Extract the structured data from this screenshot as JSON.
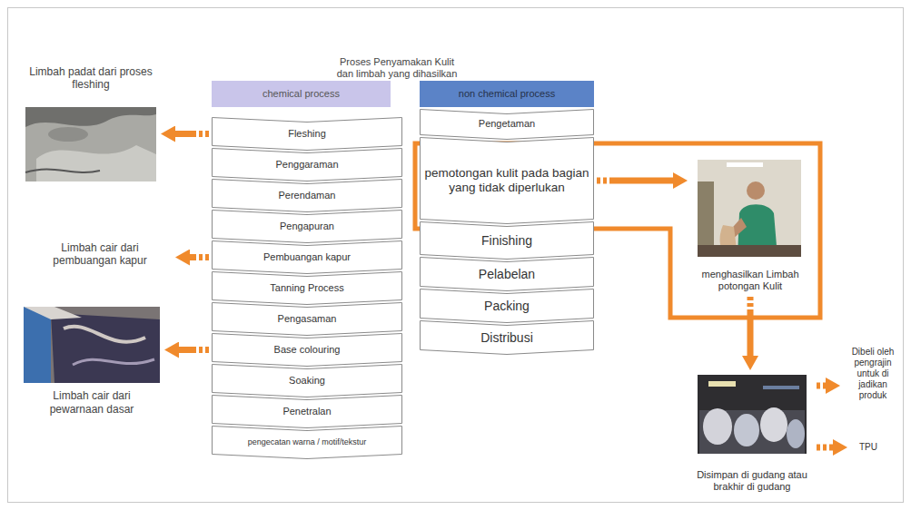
{
  "diagram": {
    "title": "Proses Penyamakan Kulit dan limbah yang dihasilkan",
    "nodes": [
      {
        "text": [
          "chemical process"
        ]
      },
      {
        "text": [
          "non chemical process"
        ]
      },
      {
        "text": [
          "Fleshing"
        ]
      },
      {
        "text": [
          "Penggaraman"
        ]
      },
      {
        "text": [
          "Perendaman"
        ]
      },
      {
        "text": [
          "Pengapuran"
        ]
      },
      {
        "text": [
          "Pembuangan kapur"
        ]
      },
      {
        "text": [
          "Tanning Process"
        ]
      },
      {
        "text": [
          "Pengasaman"
        ]
      },
      {
        "text": [
          "Base colouring"
        ]
      },
      {
        "text": [
          "Soaking"
        ]
      },
      {
        "text": [
          "Penetralan"
        ]
      },
      {
        "text": [
          "pengecatan warna / motif/tekstur"
        ]
      },
      {
        "text": [
          "Pengetaman"
        ]
      },
      {
        "text": [
          "pemotongan kulit pada bagian yang tidak diperlukan"
        ]
      },
      {
        "text": [
          "Finishing"
        ]
      },
      {
        "text": [
          "Pelabelan"
        ]
      },
      {
        "text": [
          "Packing"
        ]
      },
      {
        "text": [
          "Distribusi"
        ]
      },
      {
        "text": [
          "Limbah padat dari proses fleshing"
        ]
      },
      {
        "text": [
          "Limbah cair dari pembuangan kapur"
        ]
      },
      {
        "text": [
          "Limbah cair dari pewarnaan dasar"
        ]
      },
      {
        "text": [
          "menghasilkan Limbah potongan Kulit"
        ]
      },
      {
        "text": [
          "Disimpan di gudang atau brakhir di gudang"
        ]
      },
      {
        "text": [
          "Dibeli oleh pengrajin untuk di jadikan produk"
        ]
      },
      {
        "text": [
          "TPU"
        ]
      }
    ],
    "edges": [
      {
        "from": 2,
        "to": 19,
        "arrow": "to"
      },
      {
        "from": 6,
        "to": 20,
        "arrow": "to"
      },
      {
        "from": 9,
        "to": 21,
        "arrow": "to"
      },
      {
        "from": 14,
        "to": 22,
        "arrow": "to"
      },
      {
        "from": 22,
        "to": 23,
        "arrow": "to"
      },
      {
        "from": 23,
        "to": 24,
        "arrow": "to"
      },
      {
        "from": 23,
        "to": 25,
        "arrow": "to"
      }
    ]
  }
}
